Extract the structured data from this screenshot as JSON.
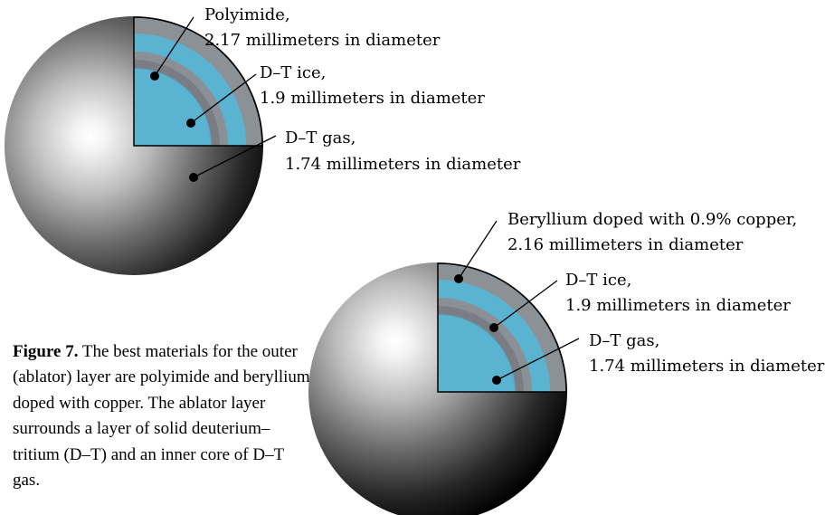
{
  "colors": {
    "ice_blue": "#5bb3d2",
    "ring_gray": "#7a7e84",
    "sphere_light": "#ffffff",
    "sphere_dark": "#000000"
  },
  "capsules": [
    {
      "name": "polyimide-capsule",
      "labels": {
        "ablator_line1": "Polyimide,",
        "ablator_line2": "2.17 millimeters in diameter",
        "ice_line1": "D–T ice,",
        "ice_line2": "1.9 millimeters in diameter",
        "gas_line1": "D–T gas,",
        "gas_line2": "1.74 millimeters in diameter"
      }
    },
    {
      "name": "beryllium-capsule",
      "labels": {
        "ablator_line1": "Beryllium doped with 0.9% copper,",
        "ablator_line2": "2.16 millimeters in diameter",
        "ice_line1": "D–T ice,",
        "ice_line2": "1.9 millimeters in diameter",
        "gas_line1": "D–T gas,",
        "gas_line2": "1.74 millimeters in diameter"
      }
    }
  ],
  "caption": {
    "label": "Figure 7.",
    "text": " The best materials for the outer (ablator) layer are polyimide and beryllium doped with copper. The ablator layer surrounds a layer of solid deuterium–tritium (D–T) and an inner core of D–T gas."
  }
}
